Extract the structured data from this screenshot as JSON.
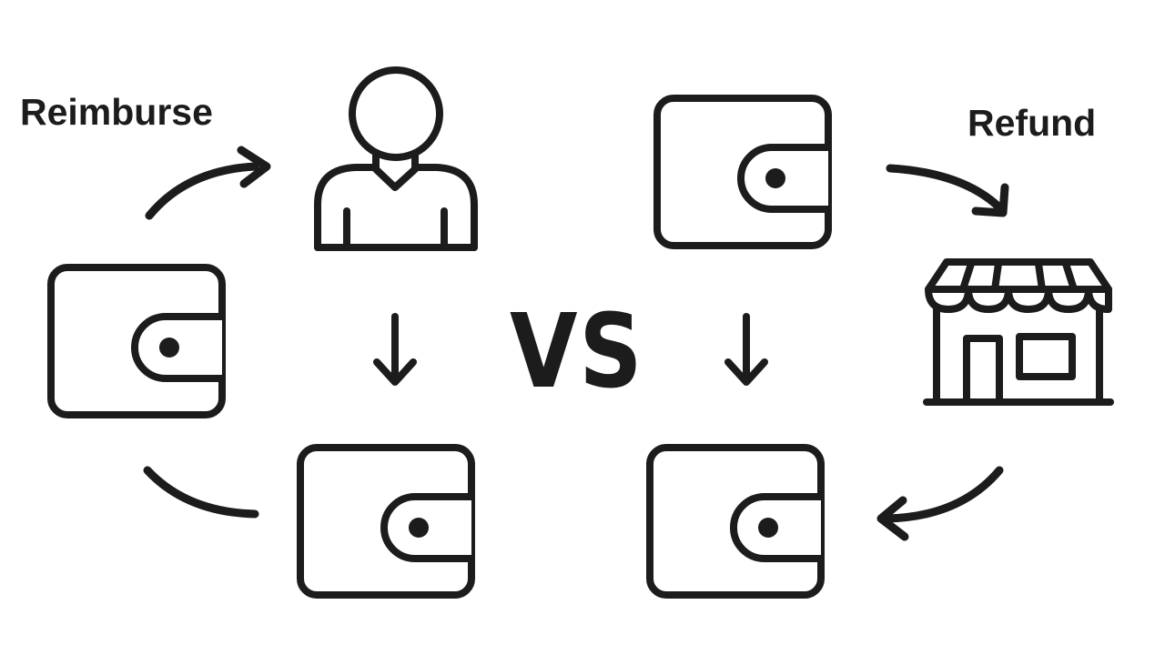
{
  "labels": {
    "reimburse": "Reimburse",
    "refund": "Refund",
    "vs": "VS"
  },
  "icons": {
    "person": "person-icon",
    "wallet": "wallet-icon",
    "store": "store-icon",
    "arrow": "arrow-icon"
  },
  "colors": {
    "stroke": "#1c1c1c",
    "background": "#ffffff"
  }
}
